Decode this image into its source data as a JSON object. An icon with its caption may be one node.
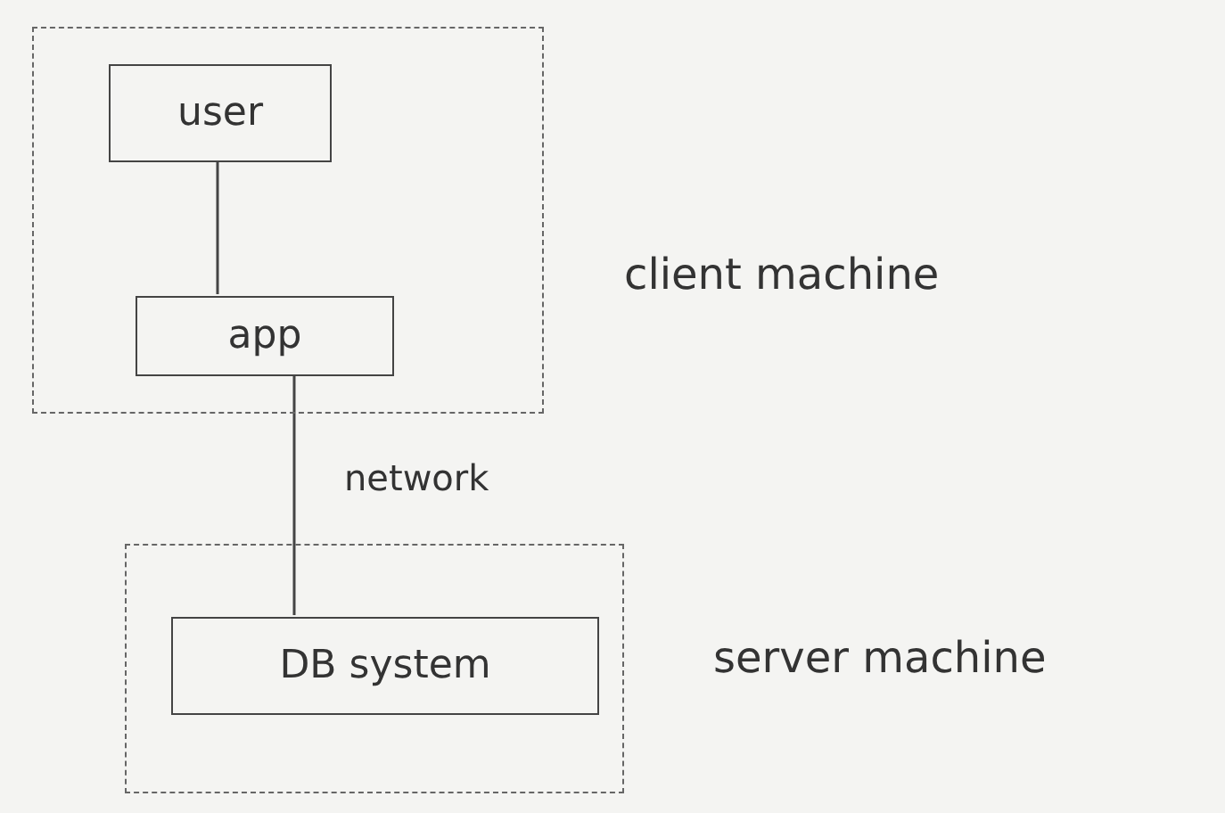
{
  "diagram": {
    "nodes": [
      {
        "text": [],
        "shape": "box",
        "beside": [
          "client machine"
        ]
      },
      {
        "text": [
          "user"
        ],
        "in": 0
      },
      {
        "text": [
          "app"
        ],
        "in": 0
      },
      {
        "text": [],
        "shape": "box",
        "beside": [
          "server machine"
        ]
      },
      {
        "text": [
          "DB system"
        ],
        "in": 3
      }
    ],
    "edges": [
      {
        "from": 1,
        "to": 2,
        "arrow": "none"
      },
      {
        "from": 2,
        "to": 4,
        "arrow": "none",
        "label": "network"
      }
    ]
  }
}
